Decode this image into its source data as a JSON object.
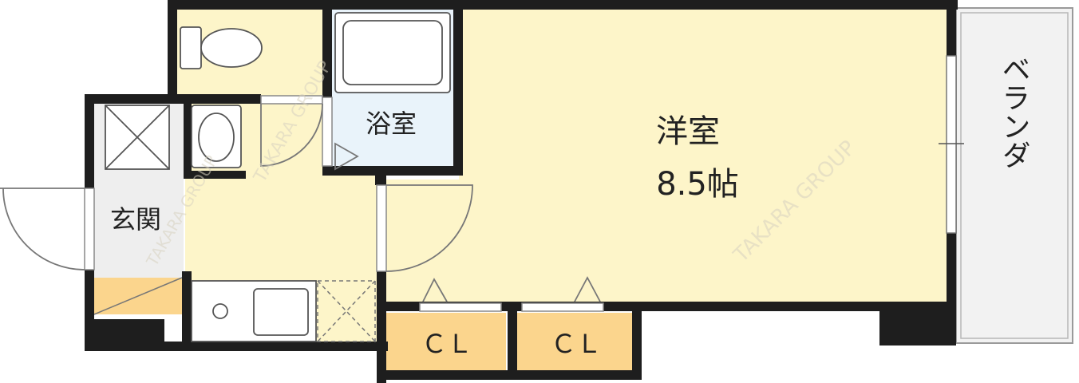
{
  "rooms": {
    "western_room": "洋室",
    "western_room_size": "8.5帖",
    "bathroom": "浴室",
    "entrance": "玄関",
    "balcony": "ベランダ",
    "closet_1": "ＣＬ",
    "closet_2": "ＣＬ"
  },
  "watermark": {
    "text_1": "TAKARA GROUP",
    "text_2": "TAKARA GROUP",
    "text_3": "TAKARA GROUP"
  },
  "colors": {
    "floor": "#fdf5c9",
    "wet_area": "#e9f3fa",
    "closet": "#fbd58d",
    "wall": "#1e1e1e",
    "balcony": "#f2f2f2"
  },
  "icons": [
    "toilet-icon",
    "washbasin-icon",
    "bathtub-icon",
    "shoe-cabinet-icon",
    "kitchen-sink-icon",
    "refrigerator-space-icon"
  ]
}
